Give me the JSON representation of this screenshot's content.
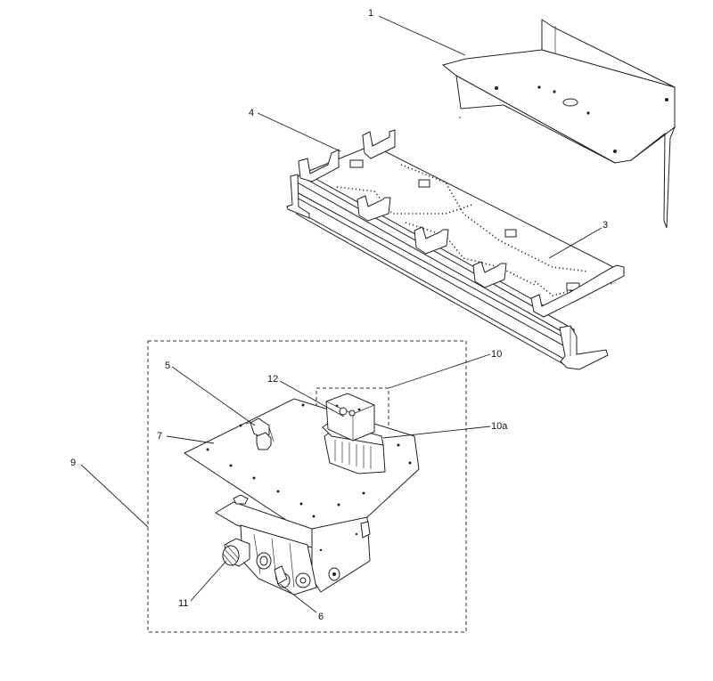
{
  "callouts": {
    "c1": "1",
    "c3": "3",
    "c4": "4",
    "c5": "5",
    "c6": "6",
    "c7": "7",
    "c9": "9",
    "c10": "10",
    "c10a": "10a",
    "c11": "11",
    "c12": "12"
  }
}
